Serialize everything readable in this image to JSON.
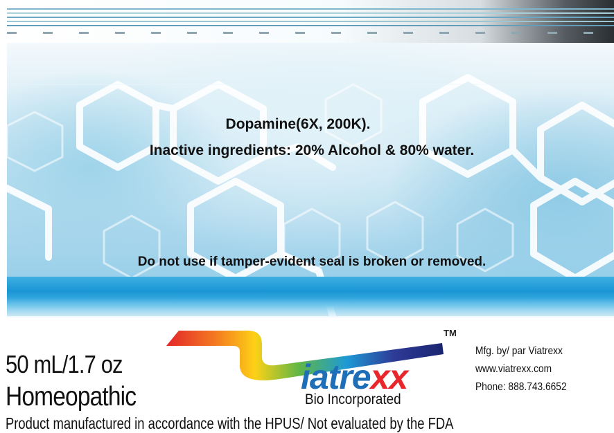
{
  "label": {
    "active_ingredient": "Dopamine(6X, 200K).",
    "inactive_ingredients": "Inactive ingredients: 20% Alcohol & 80% water.",
    "seal_warning": "Do not use if tamper-evident seal is broken or removed.",
    "volume": "50 mL/1.7 oz",
    "product_type": "Homeopathic",
    "footer_notice": "Product manufactured in accordance with the HPUS/ Not evaluated by the FDA"
  },
  "brand": {
    "name_main": "iatre",
    "name_xx": "xx",
    "trademark": "TM",
    "subtitle": "Bio Incorporated",
    "colors": {
      "blue": "#1e6fb8",
      "red": "#e8262b"
    }
  },
  "manufacturer": {
    "line": "Mfg. by/ par Viatrexx",
    "website": "www.viatrexx.com",
    "phone": "Phone: 888.743.6652"
  },
  "icons": {
    "logo": "rainbow-swoosh-logo",
    "background": "molecule-structure-graphic"
  }
}
